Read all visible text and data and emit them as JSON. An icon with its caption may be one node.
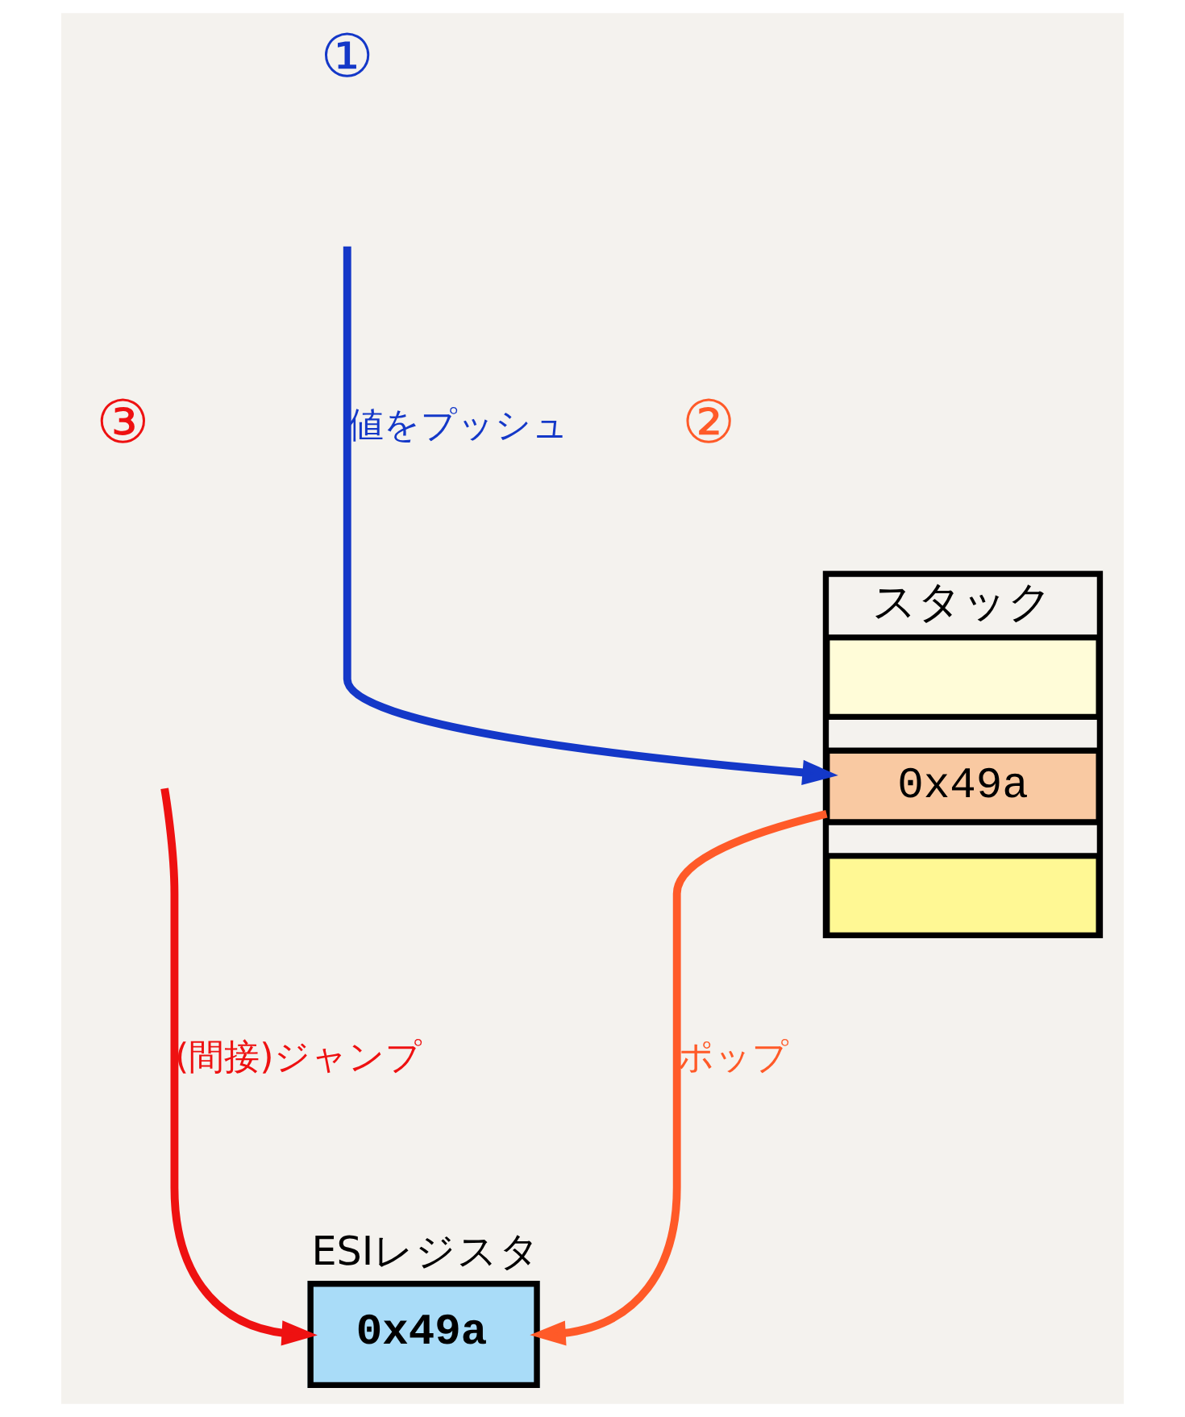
{
  "diagram": {
    "nodes": [
      {
        "text": [
          "スタック"
        ]
      },
      {
        "text": [],
        "shape": "box",
        "in": 0
      },
      {
        "text": [
          "0x49a"
        ],
        "in": 0
      },
      {
        "text": [],
        "shape": "box",
        "in": 0
      },
      {
        "text": [
          "ESIレジスタ",
          "0x49a"
        ]
      }
    ],
    "edges": [
      {
        "from": null,
        "to": 2,
        "arrow": "to",
        "label": "値をプッシュ",
        "color": "#1438c8"
      },
      {
        "from": 2,
        "to": 4,
        "arrow": "to",
        "label": "ポップ",
        "color": "#ff5a28"
      },
      {
        "from": null,
        "to": 4,
        "arrow": "to",
        "label": "(間接)ジャンプ",
        "color": "#ee1111"
      }
    ],
    "labels": [
      "①",
      "②",
      "③"
    ]
  }
}
